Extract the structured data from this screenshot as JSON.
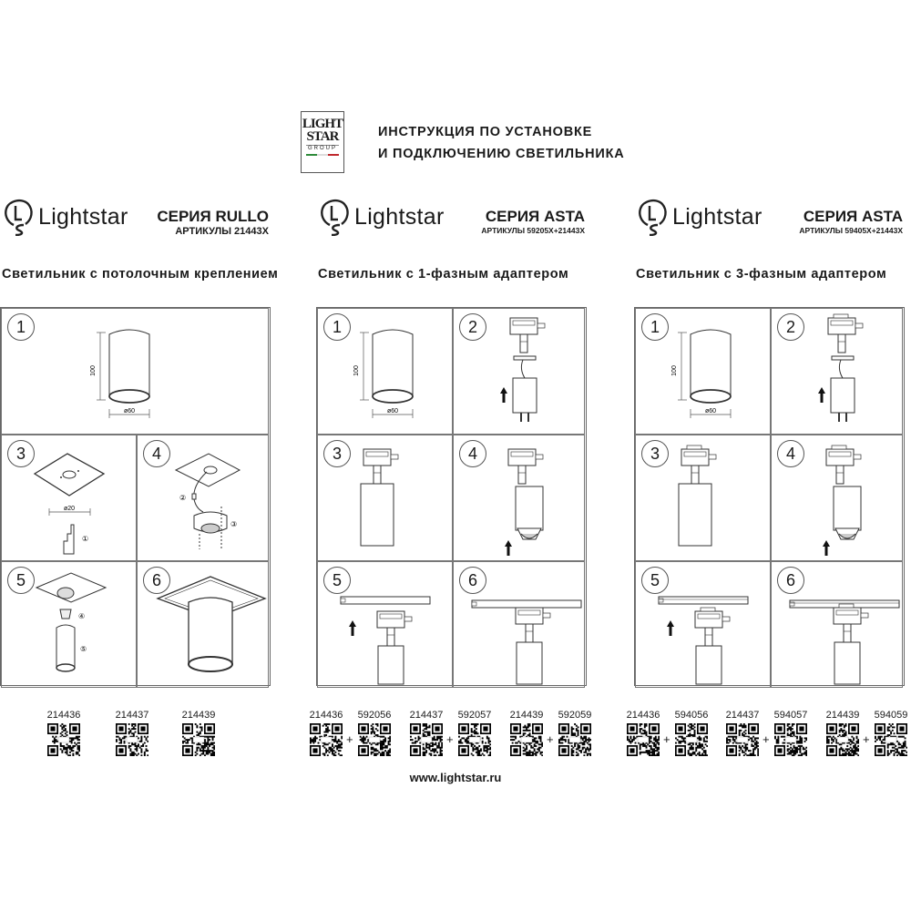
{
  "header": {
    "brand_logo": {
      "line1": "LIGHT",
      "line2": "STAR",
      "line3": "GROUP"
    },
    "title_line1": "ИНСТРУКЦИЯ ПО УСТАНОВКЕ",
    "title_line2": "И ПОДКЛЮЧЕНИЮ СВЕТИЛЬНИКА"
  },
  "columns": [
    {
      "logo": "Lightstar",
      "series": "СЕРИЯ RULLO",
      "articles": "АРТИКУЛЫ 21443X",
      "subtitle": "Светильник с потолочным креплением",
      "steps": [
        "1",
        "3",
        "4",
        "5",
        "6"
      ],
      "dims": {
        "height": "100",
        "diameter": "ø60",
        "hole": "ø20"
      },
      "callouts": [
        "①",
        "②",
        "③",
        "④",
        "⑤"
      ],
      "codes": [
        "214436",
        "214437",
        "214439"
      ]
    },
    {
      "logo": "Lightstar",
      "series": "СЕРИЯ ASTA",
      "articles": "АРТИКУЛЫ 59205X+21443X",
      "subtitle": "Светильник с 1-фазным адаптером",
      "steps": [
        "1",
        "2",
        "3",
        "4",
        "5",
        "6"
      ],
      "dims": {
        "height": "100",
        "diameter": "ø60"
      },
      "codes": [
        "214436",
        "592056",
        "214437",
        "592057",
        "214439",
        "592059"
      ]
    },
    {
      "logo": "Lightstar",
      "series": "СЕРИЯ ASTA",
      "articles": "АРТИКУЛЫ 59405X+21443X",
      "subtitle": "Светильник с 3-фазным адаптером",
      "steps": [
        "1",
        "2",
        "3",
        "4",
        "5",
        "6"
      ],
      "dims": {
        "height": "100",
        "diameter": "ø60"
      },
      "codes": [
        "214436",
        "594056",
        "214437",
        "594057",
        "214439",
        "594059"
      ]
    }
  ],
  "plus_sign": "+",
  "website": "www.lightstar.ru",
  "colors": {
    "line": "#333333",
    "flag_green": "#2e8b3a",
    "flag_red": "#c0282d"
  }
}
